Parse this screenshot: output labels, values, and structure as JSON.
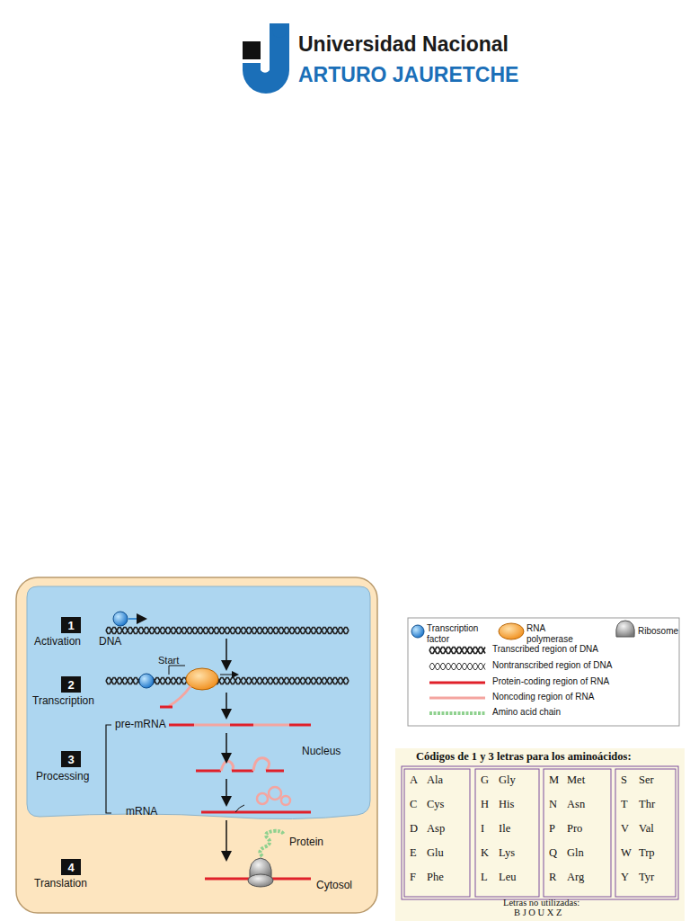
{
  "diagram": {
    "nodes": [
      {
        "text": [
          "Cytosol"
        ]
      },
      {
        "text": [
          "Nucleus"
        ],
        "in": 0
      },
      {
        "text": [
          "1"
        ],
        "in": 1
      },
      {
        "text": [
          "2"
        ],
        "in": 1
      },
      {
        "text": [
          "3"
        ],
        "in": 1
      },
      {
        "text": [
          "4"
        ],
        "in": 0
      }
    ],
    "labels": [
      "Universidad Nacional",
      "ARTURO JAURETCHE",
      "Activation",
      "DNA",
      "Transcription",
      "Start",
      "pre-mRNA",
      "Processing",
      "mRNA",
      "Translation",
      "Protein",
      "Códigos de 1 y 3 letras para los aminoácidos:",
      "A",
      "Ala",
      "G",
      "Gly",
      "M",
      "Met",
      "S",
      "Ser",
      "C",
      "Cys",
      "H",
      "His",
      "N",
      "Asn",
      "T",
      "Thr",
      "D",
      "Asp",
      "I",
      "Ile",
      "P",
      "Pro",
      "V",
      "Val",
      "E",
      "Glu",
      "K",
      "Lys",
      "Q",
      "Gln",
      "W",
      "Trp",
      "F",
      "Phe",
      "L",
      "Leu",
      "R",
      "Arg",
      "Y",
      "Tyr",
      "Letras no utilizadas:",
      "B J O U X Z"
    ],
    "legend": [
      {
        "text": "Transcription factor"
      },
      {
        "text": "RNA polymerase"
      },
      {
        "text": "Ribosome"
      },
      {
        "text": "Transcribed region of DNA"
      },
      {
        "text": "Nontranscribed region of DNA"
      },
      {
        "text": "Protein-coding region of RNA"
      },
      {
        "text": "Noncoding region of RNA"
      },
      {
        "text": "Amino acid chain"
      }
    ]
  }
}
